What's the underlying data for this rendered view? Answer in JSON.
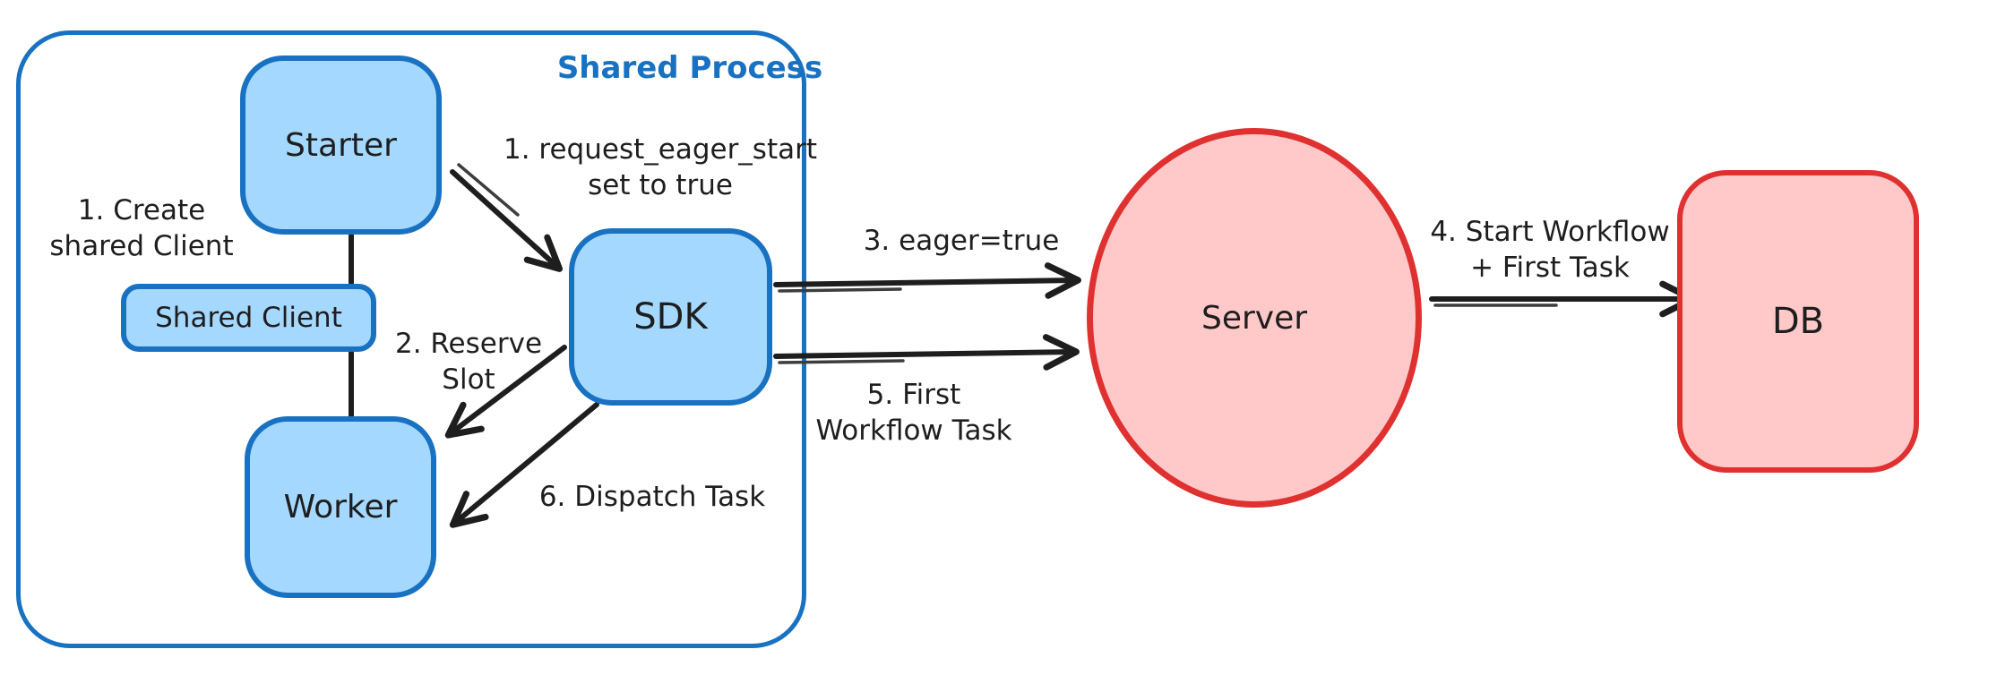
{
  "diagram": {
    "container_label": "Shared Process",
    "nodes": {
      "starter": {
        "label": "Starter"
      },
      "shared_client": {
        "label": "Shared Client"
      },
      "worker": {
        "label": "Worker"
      },
      "sdk": {
        "label": "SDK"
      },
      "server": {
        "label": "Server"
      },
      "db": {
        "label": "DB"
      }
    },
    "annotations": {
      "create_client": "1. Create\nshared Client",
      "request_eager_start": "1. request_eager_start\nset to true",
      "reserve_slot": "2. Reserve\nSlot",
      "eager_true": "3. eager=true",
      "start_workflow": "4. Start Workflow\n+ First Task",
      "first_workflow_task": "5. First\nWorkflow Task",
      "dispatch_task": "6. Dispatch Task"
    },
    "colors": {
      "blue_stroke": "#1971c2",
      "blue_fill": "#a5d8ff",
      "red_stroke": "#e03131",
      "red_fill": "#ffc9c9",
      "text": "#1e1e1e",
      "background": "#ffffff"
    }
  }
}
